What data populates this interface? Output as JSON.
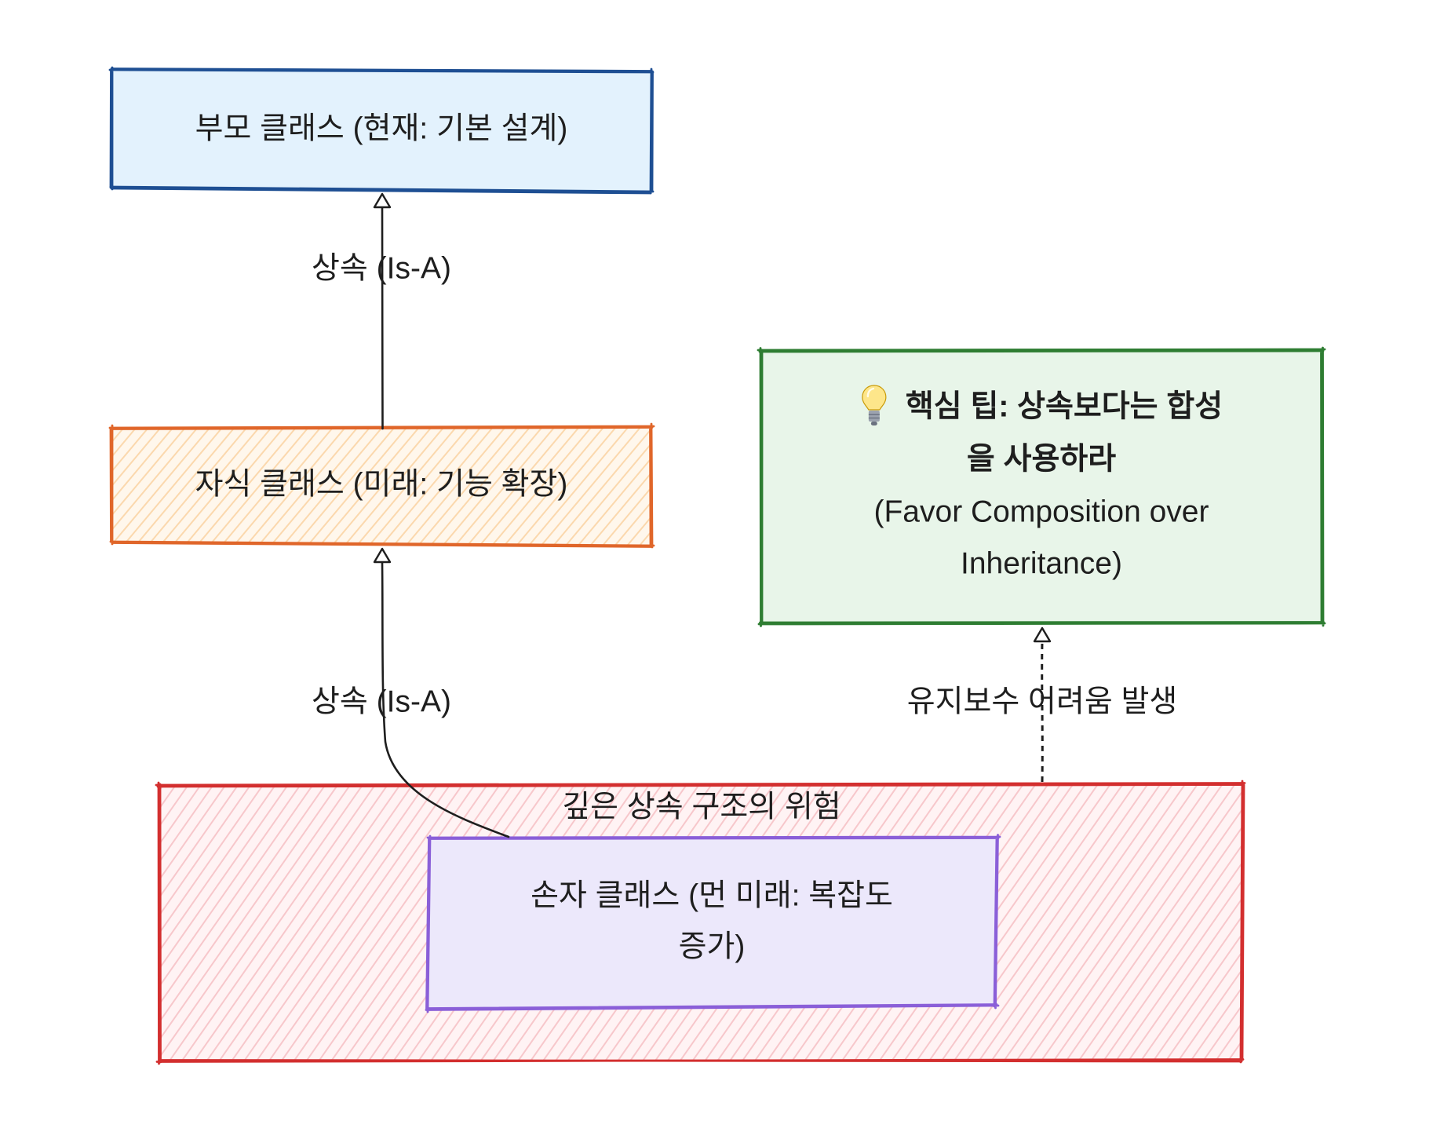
{
  "diagram": {
    "parent_class": {
      "label": "부모 클래스 (현재: 기본 설계)"
    },
    "child_class": {
      "label": "자식 클래스 (미래: 기능 확장)"
    },
    "deep_inheritance_group": {
      "title": "깊은 상속 구조의 위험"
    },
    "grandchild_class": {
      "label_lines": [
        "손자 클래스 (먼 미래: 복잡도",
        "증가)"
      ]
    },
    "tip": {
      "icon": "lightbulb-icon",
      "title_lines": [
        "핵심 팁: 상속보다는 합성",
        "을 사용하라"
      ],
      "subtitle_lines": [
        "(Favor Composition over",
        "Inheritance)"
      ]
    },
    "edges": {
      "child_to_parent": {
        "label": "상속 (Is-A)",
        "dashed": false
      },
      "grandchild_to_child": {
        "label": "상속 (Is-A)",
        "dashed": false
      },
      "group_to_tip": {
        "label": "유지보수 어려움 발생",
        "dashed": true
      }
    }
  },
  "colors": {
    "text": "#1e1e1e",
    "arrow": "#1e1e1e",
    "parent_class": {
      "fill": "#e3f2fd",
      "stroke": "#1e4f93"
    },
    "child_class": {
      "fill": "#fff7ec",
      "hachure": "#fbd8ad",
      "stroke": "#e0662a"
    },
    "tip": {
      "fill": "#e8f5e9",
      "stroke": "#2e7d32"
    },
    "deep_inheritance_group": {
      "fill": "#fff3f4",
      "hachure": "#f7c7cb",
      "stroke": "#d32f2f"
    },
    "grandchild_class": {
      "fill": "#ece8fb",
      "stroke": "#8a5fd8"
    },
    "lightbulb": {
      "glass": "#fde68a",
      "base": "#9ca3af"
    }
  }
}
